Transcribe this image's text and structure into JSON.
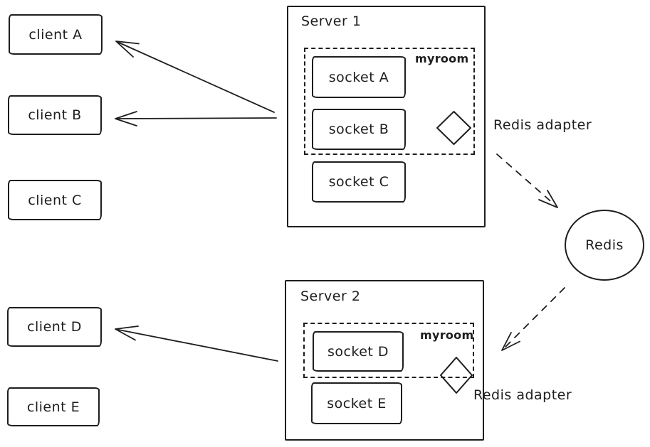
{
  "diagram": {
    "background": "#ffffff",
    "stroke_color": "#1e1e1e",
    "clients": [
      {
        "label": "client A"
      },
      {
        "label": "client B"
      },
      {
        "label": "client C"
      },
      {
        "label": "client D"
      },
      {
        "label": "client E"
      }
    ],
    "servers": [
      {
        "title": "Server 1",
        "room": {
          "label": "myroom",
          "sockets": [
            {
              "label": "socket A"
            },
            {
              "label": "socket B"
            }
          ]
        },
        "sockets_outside_room": [
          {
            "label": "socket C"
          }
        ]
      },
      {
        "title": "Server 2",
        "room": {
          "label": "myroom",
          "sockets": [
            {
              "label": "socket D"
            }
          ]
        },
        "sockets_outside_room": [
          {
            "label": "socket E"
          }
        ]
      }
    ],
    "redis": {
      "label": "Redis"
    },
    "adapter_labels": [
      {
        "text": "Redis adapter"
      },
      {
        "text": "Redis adapter"
      }
    ]
  }
}
